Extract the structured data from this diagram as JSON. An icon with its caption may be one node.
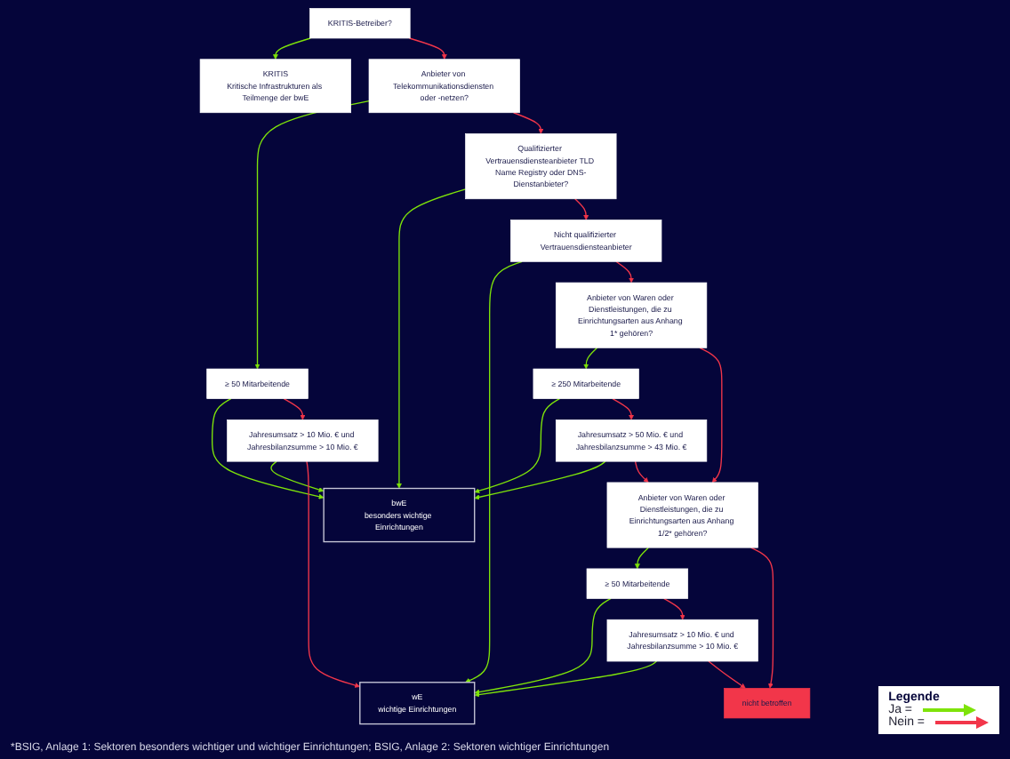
{
  "diagram": {
    "caption": "*BSIG, Anlage 1: Sektoren besonders wichtiger und wichtiger Einrichtungen; BSIG, Anlage 2: Sektoren wichtiger Einrichtungen",
    "nodes": [
      {
        "text": [
          "KRITIS-Betreiber?"
        ]
      },
      {
        "text": [
          "KRITIS",
          "Kritische Infrastrukturen als Teilmenge der bwE"
        ]
      },
      {
        "text": [
          "Anbieter von Telekommunikationsdiensten oder -netzen?"
        ]
      },
      {
        "text": [
          "≥ 50 Mitarbeitende"
        ]
      },
      {
        "text": [
          "bwE",
          "besonders wichtige Einrichtungen"
        ]
      },
      {
        "text": [
          "Qualifizierter Vertrauensdiensteanbieter TLD Name Registry oder DNS-Dienstanbieter?"
        ]
      },
      {
        "text": [
          "Jahresumsatz > 10 Mio. € und Jahresbilanzsumme > 10 Mio. €"
        ]
      },
      {
        "text": [
          "Nicht qualifizierter Vertrauensdiensteanbieter"
        ]
      },
      {
        "text": [
          "≥ 250 Mitarbeitende"
        ]
      },
      {
        "text": [
          "Anbieter von Waren oder Dienstleistungen, die zu Einrichtungsarten aus Anhang 1* gehören?"
        ]
      },
      {
        "text": [
          "Jahresumsatz > 50 Mio. € und Jahresbilanzsumme > 43 Mio. €"
        ]
      },
      {
        "text": [
          "wE",
          "wichtige Einrichtungen"
        ]
      },
      {
        "text": [
          "Anbieter von Waren oder Dienstleistungen, die zu Einrichtungsarten aus Anhang 1/2* gehören?"
        ]
      },
      {
        "text": [
          "≥ 50 Mitarbeitende"
        ]
      },
      {
        "text": [
          "nicht betroffen"
        ]
      },
      {
        "text": [
          "Jahresumsatz > 10 Mio. € und Jahresbilanzsumme > 10 Mio. €"
        ]
      }
    ],
    "edges": [
      {
        "from": 0,
        "to": 1,
        "arrow": "to"
      },
      {
        "from": 0,
        "to": 2,
        "arrow": "to",
        "color": "#f2364a"
      },
      {
        "from": 2,
        "to": 3,
        "arrow": "to"
      },
      {
        "from": 2,
        "to": 5,
        "arrow": "to",
        "color": "#f2364a"
      },
      {
        "from": 3,
        "to": 4,
        "arrow": "to"
      },
      {
        "from": 3,
        "to": 6,
        "arrow": "to",
        "color": "#f2364a"
      },
      {
        "from": 6,
        "to": 4,
        "arrow": "to"
      },
      {
        "from": 6,
        "to": 11,
        "arrow": "to",
        "color": "#f2364a"
      },
      {
        "from": 5,
        "to": 4,
        "arrow": "to"
      },
      {
        "from": 5,
        "to": 7,
        "arrow": "to",
        "color": "#f2364a"
      },
      {
        "from": 7,
        "to": 11,
        "arrow": "to"
      },
      {
        "from": 7,
        "to": 9,
        "arrow": "to",
        "color": "#f2364a"
      },
      {
        "from": 9,
        "to": 8,
        "arrow": "to"
      },
      {
        "from": 8,
        "to": 4,
        "arrow": "to"
      },
      {
        "from": 8,
        "to": 10,
        "arrow": "to",
        "color": "#f2364a"
      },
      {
        "from": 10,
        "to": 4,
        "arrow": "to"
      },
      {
        "from": 10,
        "to": 12,
        "arrow": "to",
        "color": "#f2364a"
      },
      {
        "from": 9,
        "to": 12,
        "arrow": "to",
        "color": "#f2364a"
      },
      {
        "from": 12,
        "to": 13,
        "arrow": "to"
      },
      {
        "from": 12,
        "to": 14,
        "arrow": "to",
        "color": "#f2364a"
      },
      {
        "from": 13,
        "to": 11,
        "arrow": "to"
      },
      {
        "from": 13,
        "to": 15,
        "arrow": "to",
        "color": "#f2364a"
      },
      {
        "from": 15,
        "to": 11,
        "arrow": "to"
      },
      {
        "from": 15,
        "to": 14,
        "arrow": "to",
        "color": "#f2364a"
      }
    ],
    "labels": [
      "Legende"
    ],
    "legend": [
      {
        "text": "Ja ="
      },
      {
        "text": "Nein ="
      }
    ]
  }
}
